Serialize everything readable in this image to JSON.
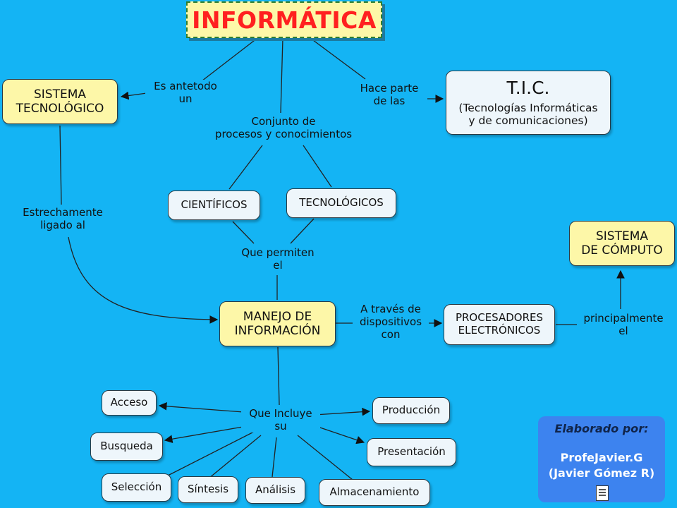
{
  "title": "INFORMÁTICA",
  "nodes": {
    "sistema_tecnologico": "SISTEMA\nTECNOLÓGICO",
    "tic_title": "T.I.C.",
    "tic_sub": "(Tecnologías Informáticas\ny de comunicaciones)",
    "cientificos": "CIENTÍFICOS",
    "tecnologicos": "TECNOLÓGICOS",
    "sistema_computo": "SISTEMA\nDE CÓMPUTO",
    "manejo": "MANEJO DE\nINFORMACIÓN",
    "procesadores": "PROCESADORES\nELECTRÓNICOS",
    "acceso": "Acceso",
    "busqueda": "Busqueda",
    "seleccion": "Selección",
    "sintesis": "Síntesis",
    "analisis": "Análisis",
    "almacenamiento": "Almacenamiento",
    "produccion": "Producción",
    "presentacion": "Presentación"
  },
  "links": {
    "es_antetodo": "Es antetodo\nun",
    "hace_parte": "Hace parte\nde las",
    "conjunto": "Conjunto de\nprocesos y conocimientos",
    "estrechamente": "Estrechamente\nligado al",
    "que_permiten": "Que permiten\nel",
    "a_traves": "A través de\ndispositivos\ncon",
    "principalmente": "principalmente\nel",
    "que_incluye": "Que Incluye\nsu"
  },
  "credit": {
    "by": "Elaborado por:",
    "name": "ProfeJavier.G\n(Javier Gómez R)"
  },
  "colors": {
    "background": "#14b4f4",
    "concept_yellow": "#fdf7a8",
    "concept_white": "#eef6fb",
    "title_red": "#ff2020",
    "credit_blue": "#3d83ef"
  }
}
